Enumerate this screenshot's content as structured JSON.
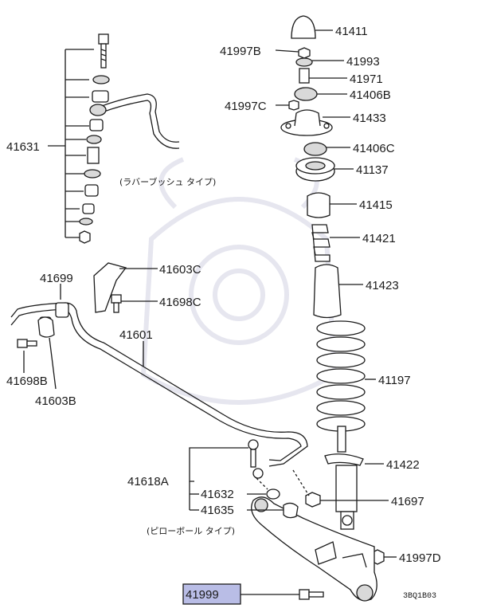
{
  "highlight_color": "#b9bde6",
  "labels": {
    "p41411": "41411",
    "p41997B": "41997B",
    "p41993": "41993",
    "p41971": "41971",
    "p41406B": "41406B",
    "p41997C": "41997C",
    "p41433": "41433",
    "p41406C": "41406C",
    "p41137": "41137",
    "p41415": "41415",
    "p41421": "41421",
    "p41423": "41423",
    "p41197": "41197",
    "p41422": "41422",
    "p41697": "41697",
    "p41997D": "41997D",
    "p41999": "41999",
    "p41631": "41631",
    "p41699": "41699",
    "p41603C": "41603C",
    "p41698C": "41698C",
    "p41601": "41601",
    "p41698B": "41698B",
    "p41603B": "41603B",
    "p41618A": "41618A",
    "p41632": "41632",
    "p41635": "41635"
  },
  "notes": {
    "rubber_bush_type": "(ラバーブッシュ タイプ)",
    "pillow_ball_type": "(ピローボール タイプ)",
    "drawing_code": "3BQ1B03"
  }
}
